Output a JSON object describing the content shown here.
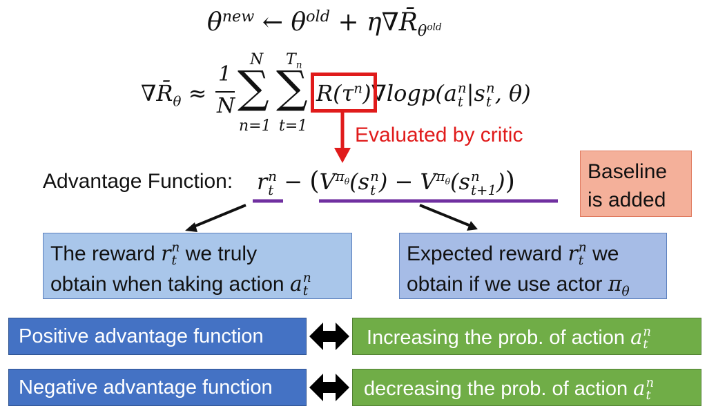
{
  "equations": {
    "update_rule": "θnew ← θold + η∇R̄θold",
    "gradient": "∇R̄θ ≈ 1/N ∑ n=1..N ∑ t=1..Tn R(τn) ∇logp(atn|stn,θ)"
  },
  "critic_label": "Evaluated by critic",
  "advantage": {
    "label": "Advantage Function:",
    "expression": "rtn − (Vπθ(stn) − Vπθ(st+1n))"
  },
  "baseline": {
    "line1": "Baseline",
    "line2": "is added"
  },
  "reward_box": {
    "line1_prefix": "The reward ",
    "line1_suffix": " we truly",
    "line2_prefix": "obtain when taking action "
  },
  "expected_box": {
    "line1_prefix": "Expected reward ",
    "line1_suffix": " we",
    "line2_prefix": "obtain if we use actor "
  },
  "banners": {
    "positive": "Positive advantage function",
    "negative": "Negative advantage function",
    "increasing_prefix": "Increasing the prob. of action ",
    "decreasing_prefix": "decreasing the prob. of action "
  },
  "colors": {
    "red_highlight": "#e01b1b",
    "purple_underline": "#7030a0",
    "blue_banner": "#4472c4",
    "green_banner": "#70ad47",
    "baseline_box": "#f4b09a",
    "info_box": "#a9c6ea"
  }
}
